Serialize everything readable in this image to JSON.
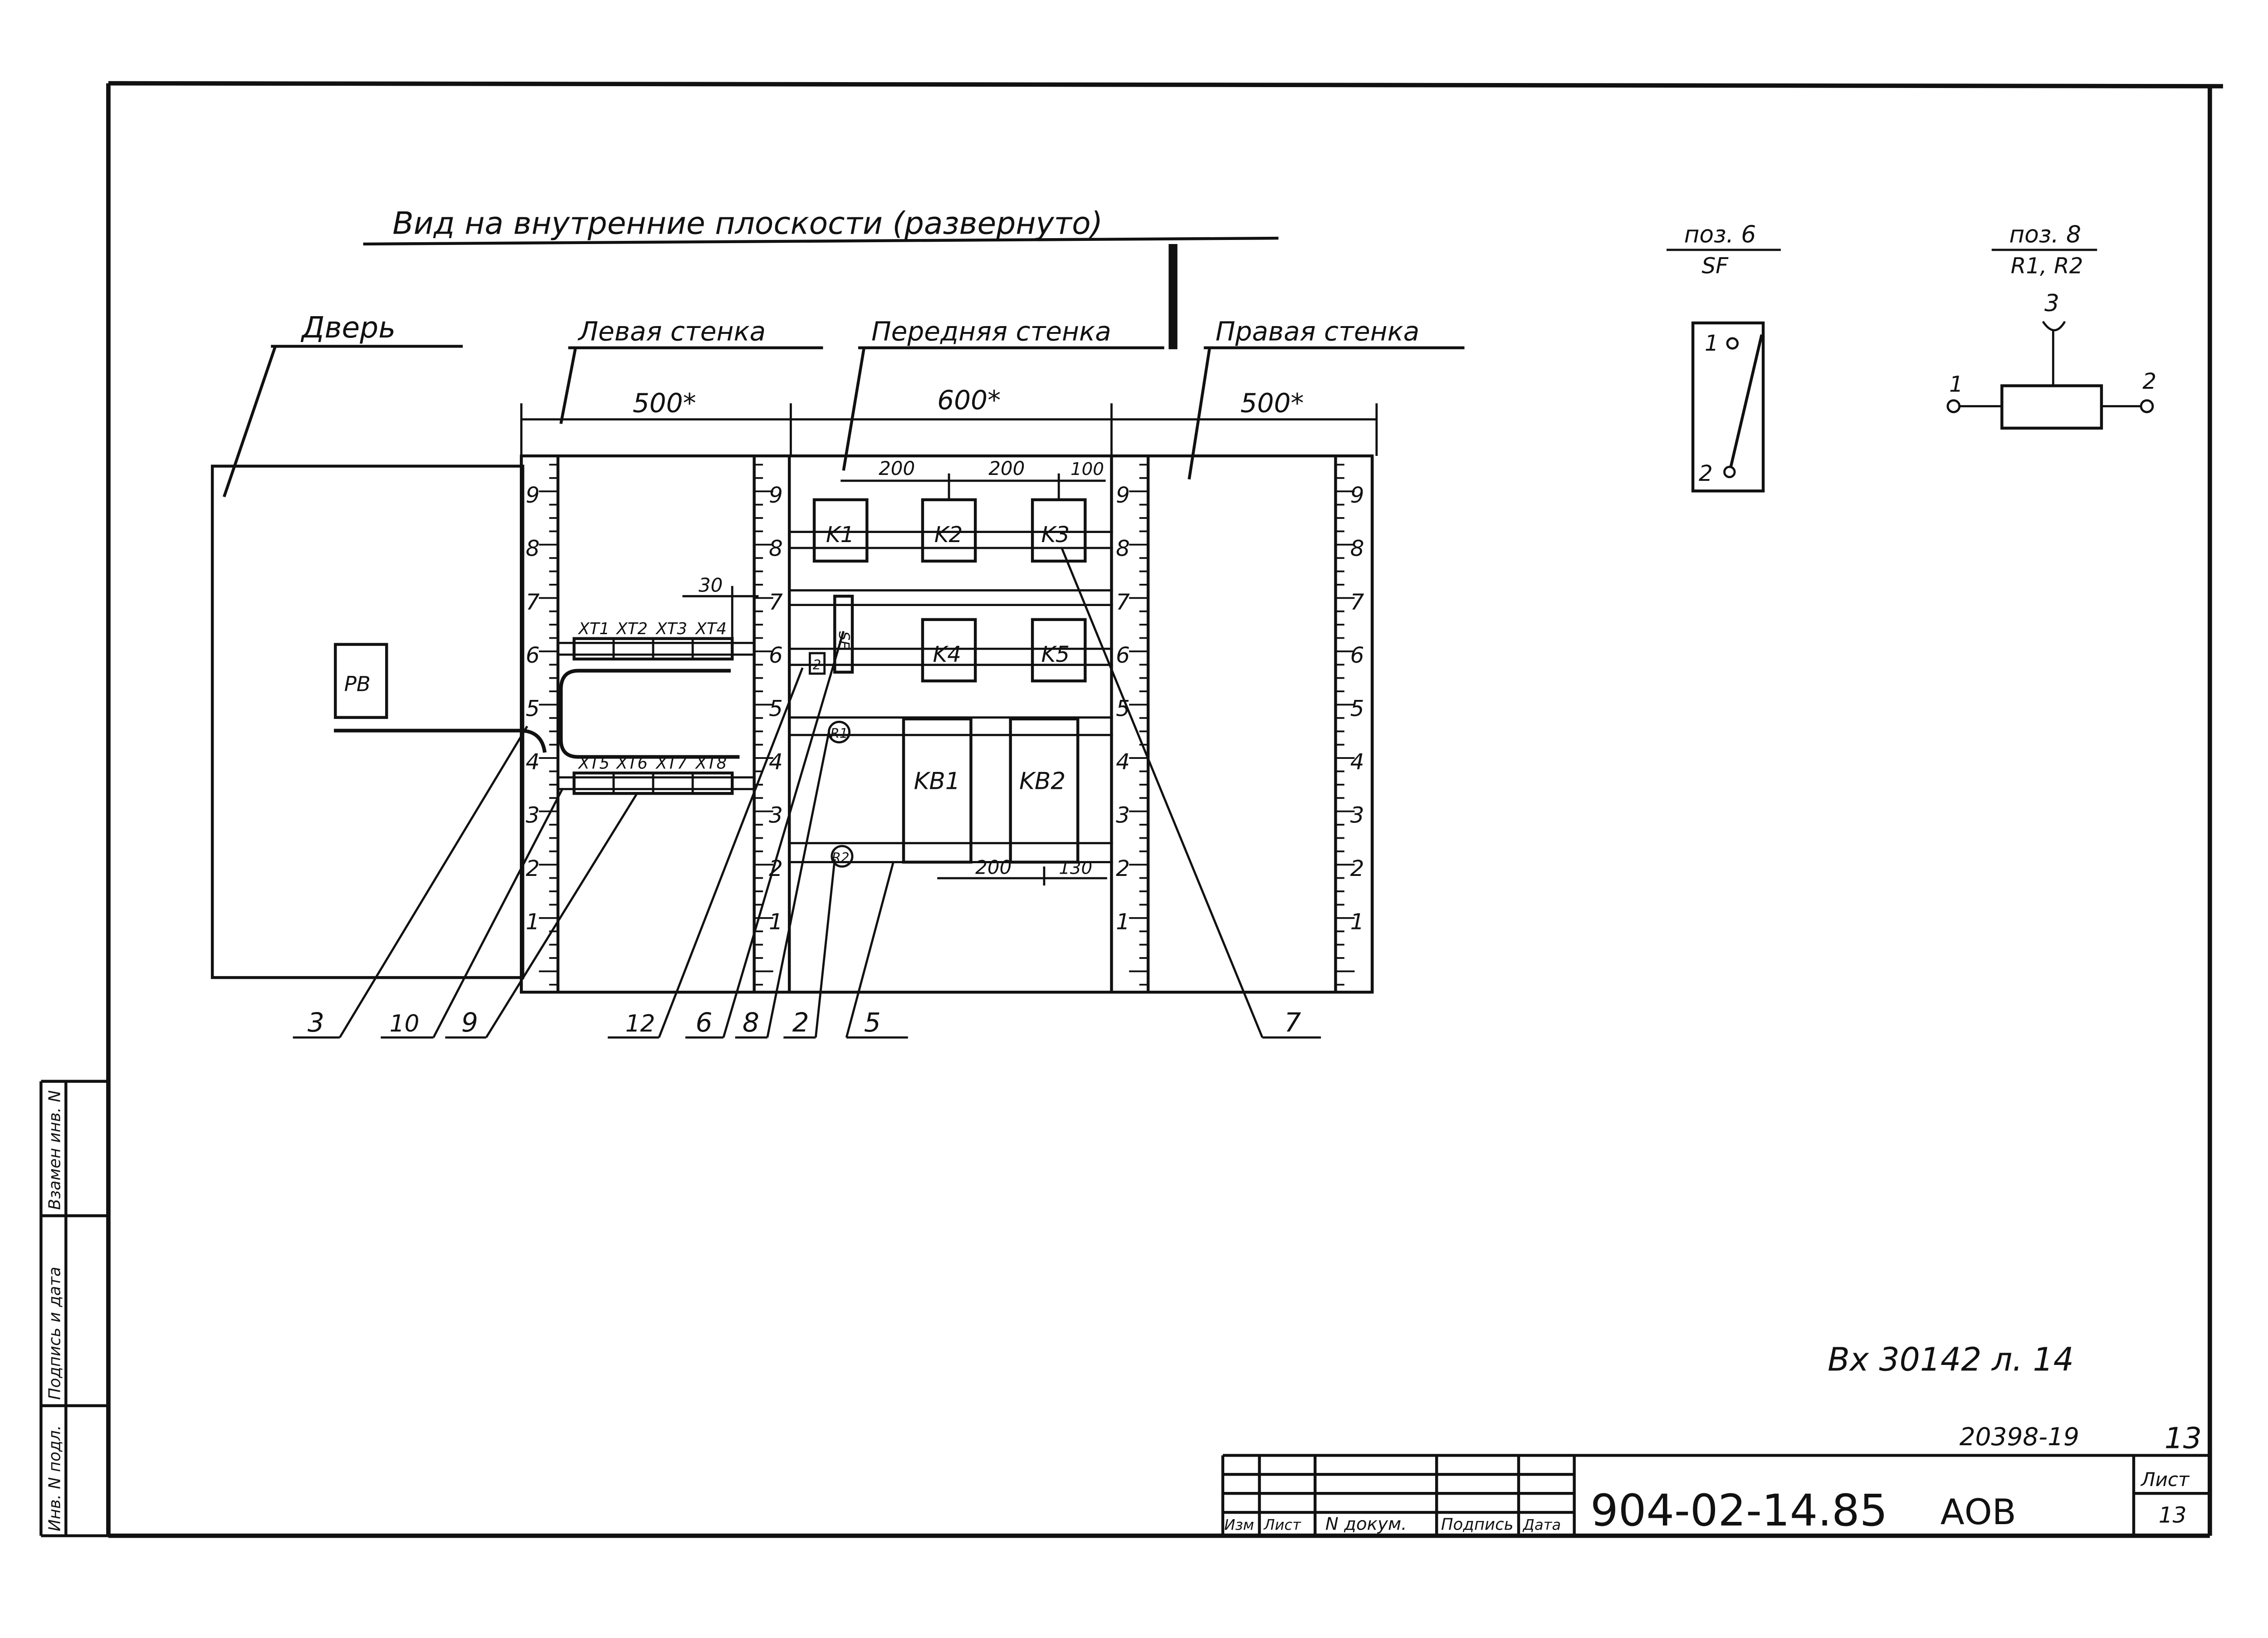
{
  "title": "Вид на внутренние плоскости (развернуто)",
  "sections": {
    "door": "Дверь",
    "left_wall": "Левая стенка",
    "front_wall": "Передняя стенка",
    "right_wall": "Правая стенка"
  },
  "dimensions": {
    "left_width": "500*",
    "front_width": "600*",
    "right_width": "500*",
    "k_spacing_1": "200",
    "k_spacing_2": "200",
    "k_spacing_3": "100",
    "xt_offset": "30",
    "kb_spacing_1": "200",
    "kb_spacing_2": "130"
  },
  "scale_marks": [
    "1",
    "2",
    "3",
    "4",
    "5",
    "6",
    "7",
    "8",
    "9"
  ],
  "components": {
    "pv": "PВ",
    "k1": "K1",
    "k2": "K2",
    "k3": "K3",
    "k4": "K4",
    "k5": "K5",
    "kb1": "KB1",
    "kb2": "KB2",
    "sf": "SF",
    "r1": "R1",
    "r2": "R2",
    "xt_top": [
      "XT1",
      "XT2",
      "XT3",
      "XT4"
    ],
    "xt_bottom": [
      "XT5",
      "XT6",
      "XT7",
      "XT8"
    ],
    "small_box": "2"
  },
  "callouts": [
    "3",
    "10",
    "9",
    "12",
    "6",
    "8",
    "2",
    "5",
    "7"
  ],
  "legend_sf": {
    "pos": "поз. 6",
    "name": "SF",
    "pin1": "1",
    "pin2": "2"
  },
  "legend_r": {
    "pos": "поз. 8",
    "name": "R1, R2",
    "pin1": "1",
    "pin2": "2",
    "pin3": "3"
  },
  "stamp_note": "Вх 30142 л. 14",
  "sheet_ref": "20398-19",
  "sheet_ref_num": "13",
  "title_block": {
    "columns": [
      "Изм",
      "Лист",
      "N докум.",
      "Подпись",
      "Дата"
    ],
    "doc_code": "904-02-14.85",
    "section_code": "АОВ",
    "sheet_label": "Лист",
    "sheet_num": "13"
  },
  "side_stamp": [
    "Инв. N подл.",
    "Подпись и дата",
    "Взамен инв. N"
  ]
}
